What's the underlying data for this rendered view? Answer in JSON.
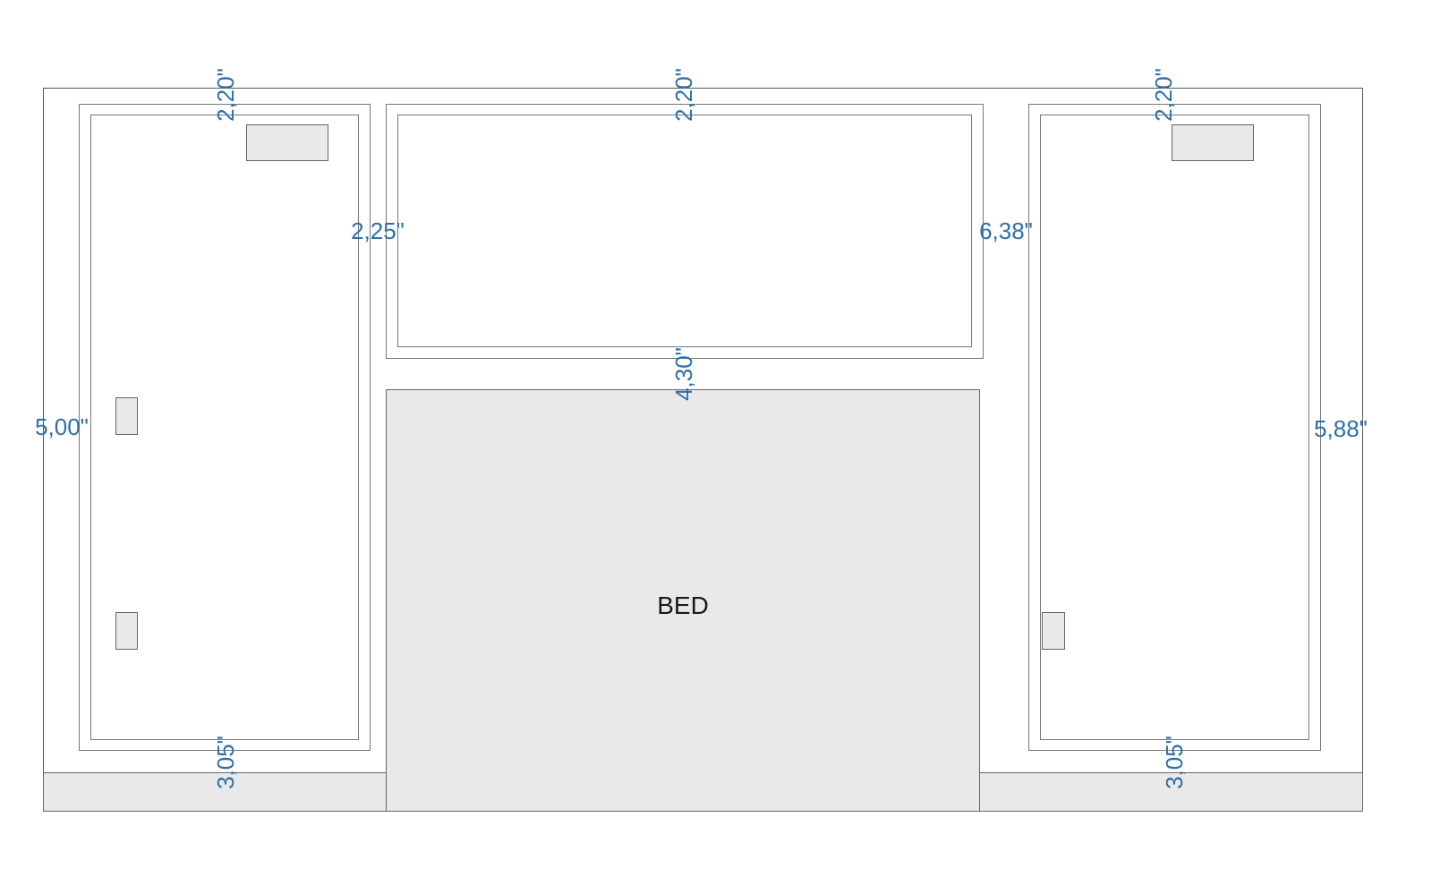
{
  "diagram": {
    "title": "",
    "colors": {
      "dimension_text": "#2f6fa8",
      "fill": "#e9e9e9",
      "stroke": "#666666",
      "background": "#ffffff"
    },
    "labels": {
      "bed": "BED"
    },
    "dimensions": {
      "left_top_width": "2,20\"",
      "center_top_width": "2,20\"",
      "right_top_width": "2,20\"",
      "center_left_gap": "2,25\"",
      "center_right_gap": "6,38\"",
      "center_bottom": "4,30\"",
      "left_height": "5,00\"",
      "right_height": "5,88\"",
      "left_bottom_width": "3,05\"",
      "right_bottom_width": "3,05\""
    }
  }
}
